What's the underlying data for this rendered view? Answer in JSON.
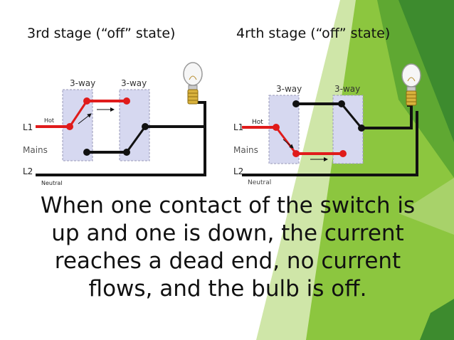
{
  "stages": [
    {
      "title": "3rd stage (“off” state)",
      "switch_left_label": "3-way",
      "switch_right_label": "3-way",
      "hot_label": "Hot",
      "l1_label": "L1",
      "mains_label": "Mains",
      "l2_label": "L2",
      "neutral_label": "Neutral"
    },
    {
      "title": "4rth stage (“off” state)",
      "switch_left_label": "3-way",
      "switch_right_label": "3-way",
      "hot_label": "Hot",
      "l1_label": "L1",
      "mains_label": "Mains",
      "l2_label": "L2",
      "neutral_label": "Neutral"
    }
  ],
  "body_lines": [
    "When one contact of the switch is",
    "up and one is down, the current",
    "reaches a dead end, no current",
    "flows, and the bulb is off."
  ],
  "colors": {
    "accent_green": "#8cc63f",
    "dark_green": "#3d8b2e",
    "hot_wire": "#e01b1b",
    "neutral_wire": "#111111",
    "switch_box": "#d6d8f0"
  }
}
